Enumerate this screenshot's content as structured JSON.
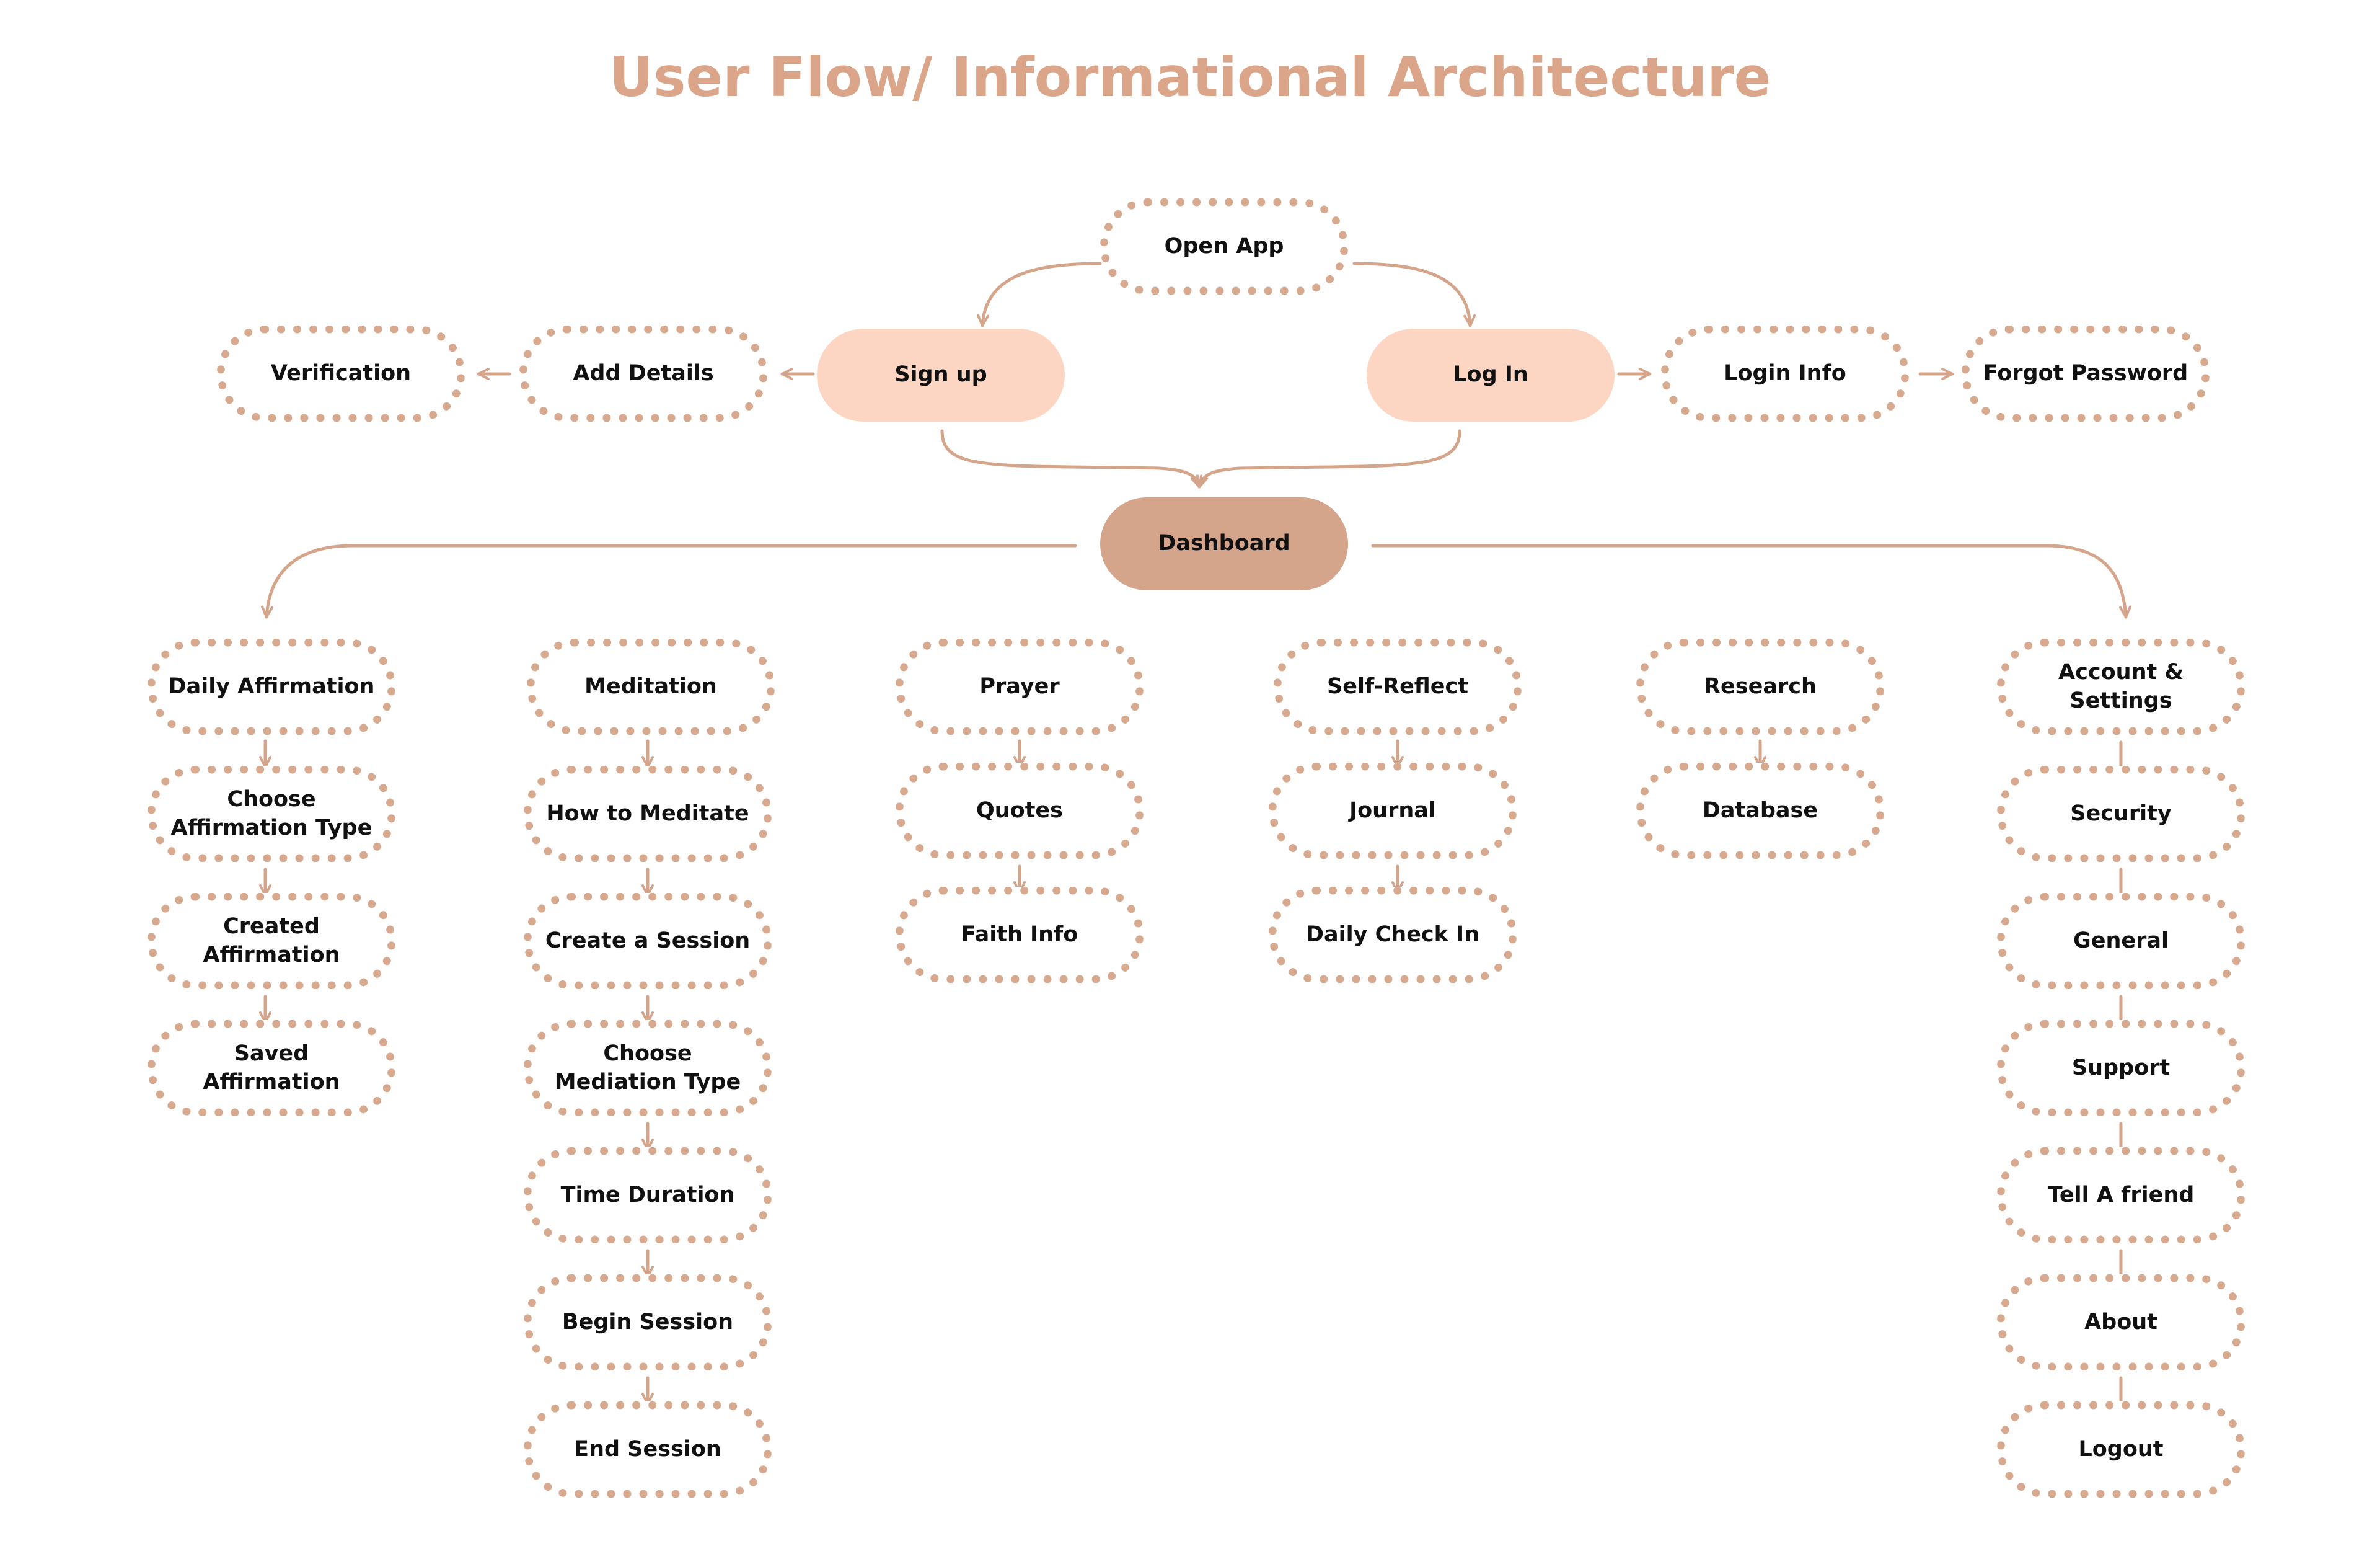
{
  "title": "User Flow/ Informational Architecture",
  "colors": {
    "title": "#dba58a",
    "edge": "#d4a58b",
    "dotted_border": "#d7a98f",
    "solid_fill": "#fcd5c3",
    "dark_fill": "#d4a58b",
    "text": "#111111"
  },
  "nodes": {
    "open_app": "Open App",
    "sign_up": "Sign up",
    "log_in": "Log In",
    "add_details": "Add Details",
    "verification": "Verification",
    "login_info": "Login Info",
    "forgot_password": "Forgot Password",
    "dashboard": "Dashboard",
    "daily_affirmation": "Daily Affirmation",
    "choose_affirmation_type": "Choose\nAffirmation Type",
    "created_affirmation": "Created\nAffirmation",
    "saved_affirmation": "Saved\nAffirmation",
    "meditation": "Meditation",
    "how_to_meditate": "How to Meditate",
    "create_a_session": "Create a Session",
    "choose_mediation_type": "Choose\nMediation Type",
    "time_duration": "Time Duration",
    "begin_session": "Begin Session",
    "end_session": "End Session",
    "prayer": "Prayer",
    "quotes": "Quotes",
    "faith_info": "Faith Info",
    "self_reflect": "Self-Reflect",
    "journal": "Journal",
    "daily_check_in": "Daily Check In",
    "research": "Research",
    "database": "Database",
    "account_settings": "Account &\nSettings",
    "security": "Security",
    "general": "General",
    "support": "Support",
    "tell_a_friend": "Tell A friend",
    "about": "About",
    "logout": "Logout"
  }
}
